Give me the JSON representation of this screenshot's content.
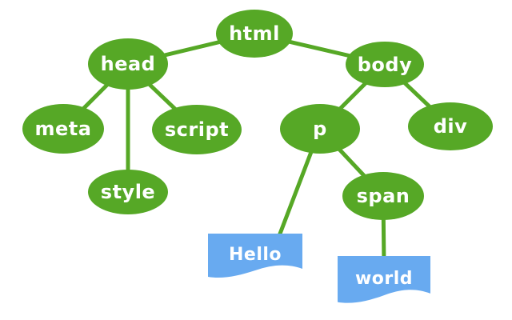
{
  "tree": {
    "nodes": [
      {
        "id": "html",
        "label": "html",
        "type": "element"
      },
      {
        "id": "head",
        "label": "head",
        "type": "element"
      },
      {
        "id": "body",
        "label": "body",
        "type": "element"
      },
      {
        "id": "meta",
        "label": "meta",
        "type": "element"
      },
      {
        "id": "script",
        "label": "script",
        "type": "element"
      },
      {
        "id": "style",
        "label": "style",
        "type": "element"
      },
      {
        "id": "p",
        "label": "p",
        "type": "element"
      },
      {
        "id": "div",
        "label": "div",
        "type": "element"
      },
      {
        "id": "span",
        "label": "span",
        "type": "element"
      }
    ],
    "text_nodes": [
      {
        "id": "hello",
        "label": "Hello",
        "parent": "p"
      },
      {
        "id": "world",
        "label": "world",
        "parent": "span"
      }
    ],
    "edges": [
      {
        "from": "html",
        "to": "head"
      },
      {
        "from": "html",
        "to": "body"
      },
      {
        "from": "head",
        "to": "meta"
      },
      {
        "from": "head",
        "to": "style"
      },
      {
        "from": "head",
        "to": "script"
      },
      {
        "from": "body",
        "to": "p"
      },
      {
        "from": "body",
        "to": "div"
      },
      {
        "from": "p",
        "to": "hello"
      },
      {
        "from": "p",
        "to": "span"
      },
      {
        "from": "span",
        "to": "world"
      }
    ]
  },
  "colors": {
    "node_green": "#56a826",
    "text_node_blue": "#68aaf0",
    "label_white": "#ffffff",
    "background": "#ffffff"
  }
}
